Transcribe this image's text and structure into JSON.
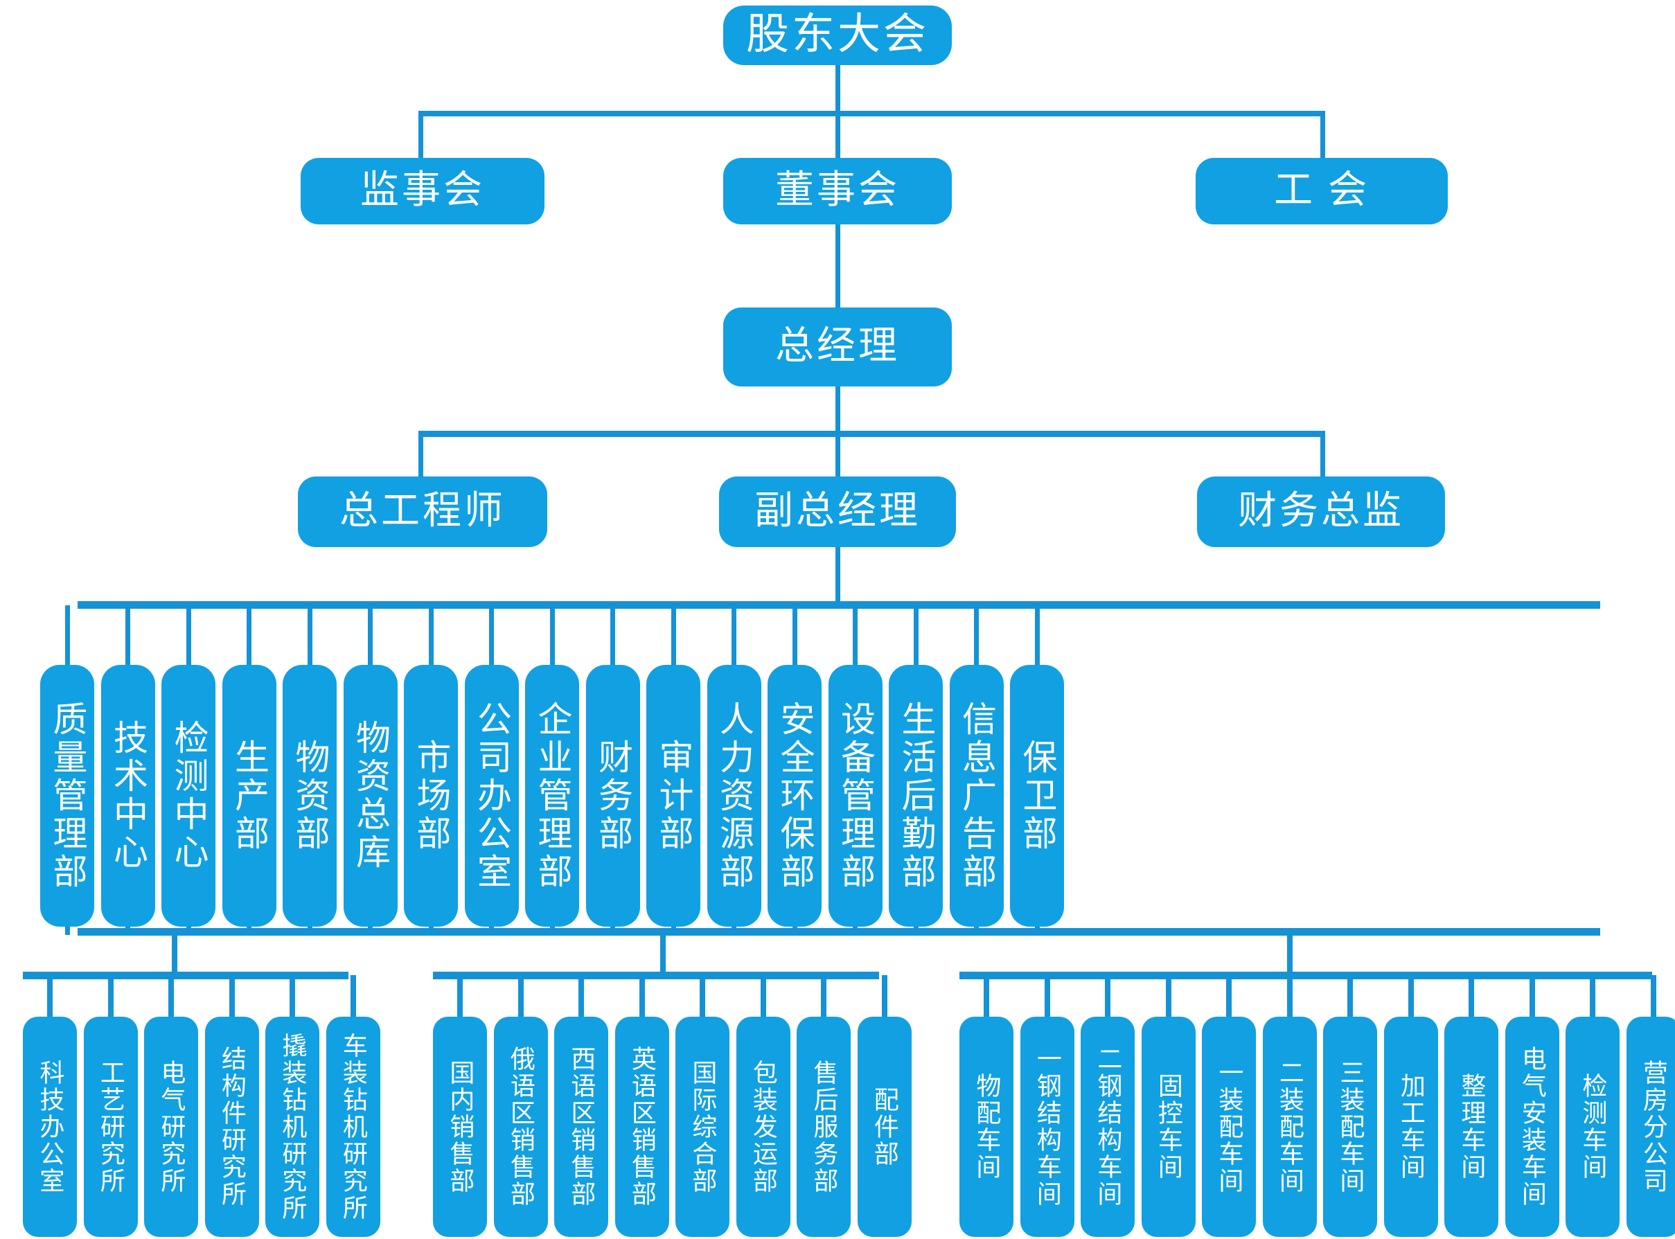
{
  "diagram": {
    "title_node": "股东大会",
    "accent_color": "#11a0e2",
    "line_color": "#1592d6",
    "text_color": "#ffffff",
    "background": "#ffffff"
  },
  "level1": {
    "label": "股东大会"
  },
  "level2": [
    {
      "label": "监事会"
    },
    {
      "label": "董事会"
    },
    {
      "label": "工  会"
    }
  ],
  "level3": {
    "label": "总经理"
  },
  "level4": [
    {
      "label": "总工程师"
    },
    {
      "label": "副总经理"
    },
    {
      "label": "财务总监"
    }
  ],
  "departments": [
    {
      "label": "质量管理部"
    },
    {
      "label": "技术中心"
    },
    {
      "label": "检测中心"
    },
    {
      "label": "生产部"
    },
    {
      "label": "物资部"
    },
    {
      "label": "物资总库"
    },
    {
      "label": "市场部"
    },
    {
      "label": "公司办公室"
    },
    {
      "label": "企业管理部"
    },
    {
      "label": "财务部"
    },
    {
      "label": "审计部"
    },
    {
      "label": "人力资源部"
    },
    {
      "label": "安全环保部"
    },
    {
      "label": "设备管理部"
    },
    {
      "label": "生活后勤部"
    },
    {
      "label": "信息广告部"
    },
    {
      "label": "保卫部"
    }
  ],
  "group_tech": [
    {
      "label": "科技办公室"
    },
    {
      "label": "工艺研究所"
    },
    {
      "label": "电气研究所"
    },
    {
      "label": "结构件研究所"
    },
    {
      "label": "撬装钻机研究所"
    },
    {
      "label": "车装钻机研究所"
    }
  ],
  "group_market": [
    {
      "label": "国内销售部"
    },
    {
      "label": "俄语区销售部"
    },
    {
      "label": "西语区销售部"
    },
    {
      "label": "英语区销售部"
    },
    {
      "label": "国际综合部"
    },
    {
      "label": "包装发运部"
    },
    {
      "label": "售后服务部"
    },
    {
      "label": "配件部"
    }
  ],
  "group_production": [
    {
      "label": "物配车间"
    },
    {
      "label": "一钢结构车间"
    },
    {
      "label": "二钢结构车间"
    },
    {
      "label": "固控车间"
    },
    {
      "label": "一装配车间"
    },
    {
      "label": "二装配车间"
    },
    {
      "label": "三装配车间"
    },
    {
      "label": "加工车间"
    },
    {
      "label": "整理车间"
    },
    {
      "label": "电气安装车间"
    },
    {
      "label": "检测车间"
    },
    {
      "label": "营房分公司"
    }
  ]
}
